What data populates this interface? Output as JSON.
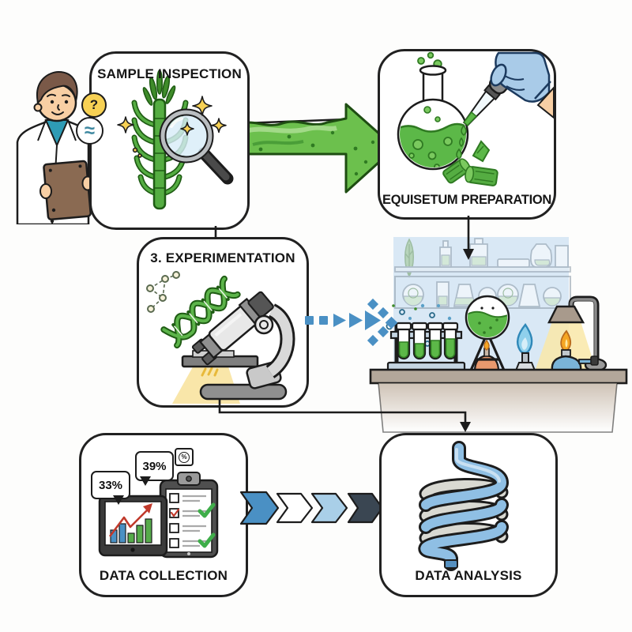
{
  "titles": {
    "sample_inspection": "SAMPLE INSPECTION",
    "equisetum_preparation": "EQUISETUM PREPARATION",
    "experimentation": "3. EXPERIMENTATION",
    "data_collection": "DATA COLLECTION",
    "data_analysis": "DATA ANALYSIS"
  },
  "callouts": {
    "stat_small": "33%",
    "stat_large": "39%",
    "question_mark": "?",
    "approx_sign": "≈",
    "percent_sign": "%"
  },
  "colors": {
    "plant_green": "#55ad42",
    "liquid_green": "#5cb848",
    "arrow_green": "#6cc04d",
    "accent_blue": "#4a90c4",
    "light_blue": "#a9cfe8",
    "dark_slate": "#3a4652",
    "lab_panel_blue": "#d9e8f5",
    "bench_tan": "#b3a79a",
    "highlight_yellow": "#f7d154",
    "alert_red": "#c0392b",
    "outline_ink": "#1c1c1c"
  },
  "icons": {
    "magnifying_glass": "lens-circle-with-handle",
    "horsetail_plant": "segmented-green-stalks",
    "flask": "round-bottom-flask",
    "dropper": "pipette-with-bulb",
    "dna": "double-helix",
    "microscope": "compound-microscope",
    "test_tubes": "rack-of-four-tubes",
    "spiral": "coiled-tube",
    "tablet_chart": "bar-chart-rising-arrow",
    "clipboard_checklist": "checkbox-list"
  }
}
